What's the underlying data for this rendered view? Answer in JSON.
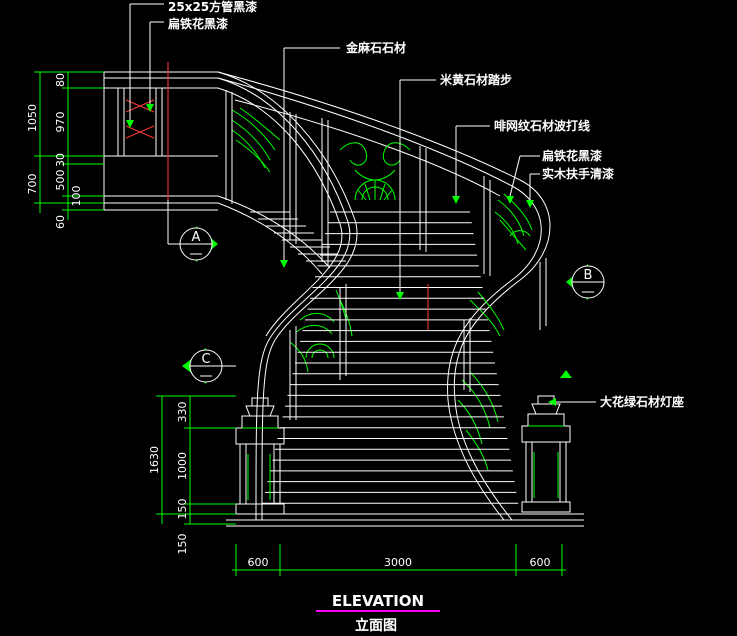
{
  "annotations": {
    "tube": "25x25方管黑漆",
    "iron_top": "扁铁花黑漆",
    "granite": "金麻石石材",
    "beige_tread": "米黄石材踏步",
    "coffee_wave": "啡网纹石材波打线",
    "iron_right": "扁铁花黑漆",
    "handrail": "实木扶手清漆",
    "lamp_base": "大花绿石材灯座"
  },
  "dimensions": {
    "d80": "80",
    "d970": "970",
    "d1050": "1050",
    "d30": "30",
    "d500": "500",
    "d100": "100",
    "d700": "700",
    "d60": "60",
    "d330": "330",
    "d1000": "1000",
    "d1630": "1630",
    "d150a": "150",
    "d150b": "150",
    "w600a": "600",
    "w3000": "3000",
    "w600b": "600"
  },
  "section_marks": {
    "a": "A",
    "b": "B",
    "c": "C"
  },
  "title": {
    "en": "ELEVATION",
    "zh": "立面图"
  },
  "colors": {
    "background": "#000000",
    "line": "#ffffff",
    "accent": "#00ff00",
    "title_underline": "#ff00ff",
    "red": "#ff3b3b"
  }
}
